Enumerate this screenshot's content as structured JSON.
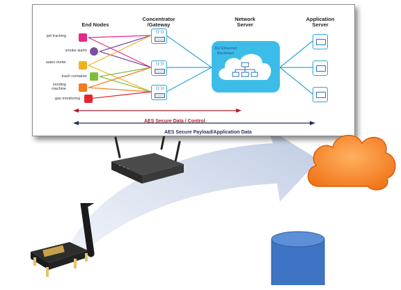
{
  "headers": {
    "end_nodes": "End Nodes",
    "concentrator": "Concentrator /Gateway",
    "network_server": "Network Server",
    "application_server": "Application Server"
  },
  "end_nodes": [
    {
      "label": "pet tracking",
      "icon": "paw-icon",
      "color": "#e4288a"
    },
    {
      "label": "smoke alarm",
      "icon": "smoke-alarm-icon",
      "color": "#7a4fa0"
    },
    {
      "label": "water meter",
      "icon": "water-meter-icon",
      "color": "#f2b01e"
    },
    {
      "label": "trash container",
      "icon": "trash-can-icon",
      "color": "#7cbf3a"
    },
    {
      "label": "vending machine",
      "icon": "vending-machine-icon",
      "color": "#f47b20"
    },
    {
      "label": "gas monitoring",
      "icon": "gas-cylinder-icon",
      "color": "#e2262c"
    }
  ],
  "backhaul_label": "3G/ Ethernet Backhaul",
  "security": {
    "control_label": "AES Secure Data / Control",
    "payload_label": "AES Secure Payload/Application Data"
  },
  "colors": {
    "accent": "#2aa6d6",
    "control_arrow": "#b0222b",
    "payload_arrow": "#1c2f5c",
    "cloud": "#f57f20",
    "database": "#3f74c4"
  }
}
